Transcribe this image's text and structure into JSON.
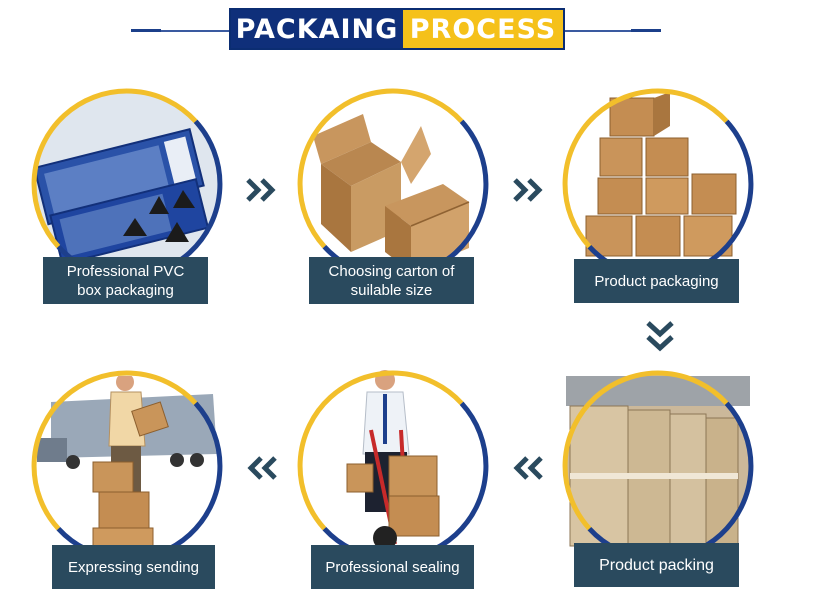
{
  "header": {
    "title_part1": "PACKAING",
    "title_part2": "PROCESS"
  },
  "colors": {
    "ring_gold": "#f2bf2b",
    "ring_navy": "#1d3f8c",
    "label_bg": "#2a4a5e",
    "arrow": "#2a4a5e",
    "title_navy": "#0f2f7a",
    "title_gold": "#f5c11a"
  },
  "steps": [
    {
      "label_line1": "Professional PVC",
      "label_line2": "box packaging",
      "image": "pvc-insert-boxes"
    },
    {
      "label_line1": "Choosing carton of",
      "label_line2": "suilable size",
      "image": "open-cartons"
    },
    {
      "label_line1": "Product packaging",
      "label_line2": "",
      "image": "stacked-cartons"
    },
    {
      "label_line1": "Product packing",
      "label_line2": "",
      "image": "warehouse-crates"
    },
    {
      "label_line1": "Professional sealing",
      "label_line2": "",
      "image": "man-with-hand-truck"
    },
    {
      "label_line1": "Expressing sending",
      "label_line2": "",
      "image": "courier-with-truck"
    }
  ],
  "arrows": [
    "double-chevron-right-icon",
    "double-chevron-right-icon",
    "double-chevron-down-icon",
    "double-chevron-left-icon",
    "double-chevron-left-icon"
  ]
}
